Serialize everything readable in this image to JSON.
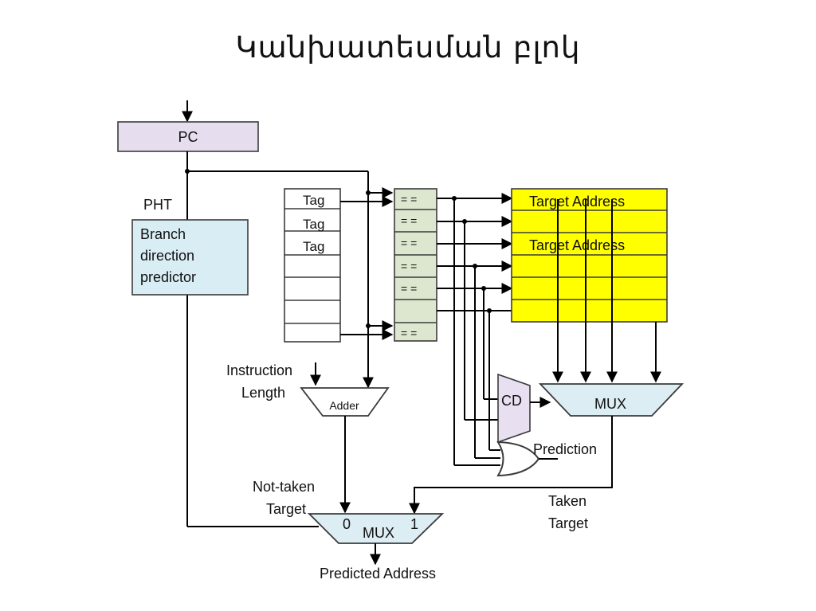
{
  "title": "Կանխատեսման բլոկ",
  "labels": {
    "pc": "PC",
    "pht": "PHT",
    "bdp_line1": "Branch",
    "bdp_line2": "direction",
    "bdp_line3": "predictor",
    "tag": "Tag",
    "compare": "= =",
    "target_address": "Target Address",
    "instruction": "Instruction",
    "length": "Length",
    "adder": "Adder",
    "cd": "CD",
    "mux": "MUX",
    "prediction": "Prediction",
    "not_taken": "Not-taken",
    "target": "Target",
    "taken": "Taken",
    "mux_in0": "0",
    "mux_in1": "1",
    "predicted_address": "Predicted  Address"
  },
  "colors": {
    "pc_box": "#e6ddef",
    "bdp_box": "#d9edf4",
    "tag_cells": "#ffffff",
    "compare_cells": "#dde7cf",
    "target_table": "#ffff00",
    "mux_fill": "#dcedf3",
    "cd_fill": "#e8e0f0"
  }
}
